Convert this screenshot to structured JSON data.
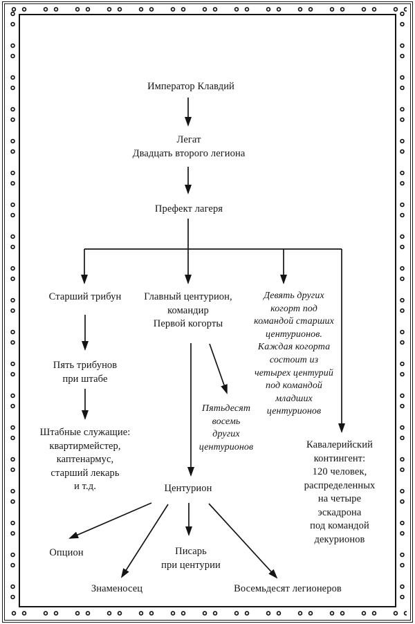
{
  "colors": {
    "ink": "#141414",
    "paper": "#ffffff"
  },
  "nodes": {
    "emperor": {
      "text": "Император Клавдий",
      "style": "normal"
    },
    "legate": {
      "text": "Легат\nДвадцать второго легиона",
      "style": "normal"
    },
    "prefect": {
      "text": "Префект лагеря",
      "style": "normal"
    },
    "senior_tribune": {
      "text": "Старший трибун",
      "style": "normal"
    },
    "chief_centurion": {
      "text": "Главный центурион,\nкомандир\nПервой когорты",
      "style": "normal"
    },
    "nine_cohorts": {
      "text": "Девять других\nкогорт под\nкомандой старших\nцентурионов.\nКаждая когорта\nсостоит из\nчетырех центурий\nпод командой\nмладших\nцентурионов",
      "style": "italic"
    },
    "five_tribunes": {
      "text": "Пять трибунов\nпри штабе",
      "style": "normal"
    },
    "staff_officials": {
      "text": "Штабные служащие:\nквартирмейстер,\nкаптенармус,\nстарший лекарь\nи т.д.",
      "style": "normal"
    },
    "fifty_eight_centurions": {
      "text": "Пятьдесят\nвосемь\nдругих\nцентурионов",
      "style": "italic"
    },
    "cavalry": {
      "text": "Кавалерийский\nконтингент:\n120 человек,\nраспределенных\nна четыре\nэскадрона\nпод командой\nдекурионов",
      "style": "normal"
    },
    "centurion": {
      "text": "Центурион",
      "style": "normal"
    },
    "option": {
      "text": "Опцион",
      "style": "normal"
    },
    "clerk": {
      "text": "Писарь\nпри центурии",
      "style": "normal"
    },
    "standard_bearer": {
      "text": "Знаменосец",
      "style": "normal"
    },
    "eighty_legionnaires": {
      "text": "Восемьдесят легионеров",
      "style": "normal"
    }
  },
  "edges": [
    {
      "from": "emperor",
      "to": "legate"
    },
    {
      "from": "legate",
      "to": "prefect"
    },
    {
      "from": "prefect",
      "to": "senior_tribune"
    },
    {
      "from": "prefect",
      "to": "chief_centurion"
    },
    {
      "from": "prefect",
      "to": "nine_cohorts"
    },
    {
      "from": "prefect",
      "to": "cavalry"
    },
    {
      "from": "senior_tribune",
      "to": "five_tribunes"
    },
    {
      "from": "five_tribunes",
      "to": "staff_officials"
    },
    {
      "from": "chief_centurion",
      "to": "fifty_eight_centurions"
    },
    {
      "from": "chief_centurion",
      "to": "centurion"
    },
    {
      "from": "centurion",
      "to": "option"
    },
    {
      "from": "centurion",
      "to": "clerk"
    },
    {
      "from": "centurion",
      "to": "standard_bearer"
    },
    {
      "from": "centurion",
      "to": "eighty_legionnaires"
    }
  ]
}
